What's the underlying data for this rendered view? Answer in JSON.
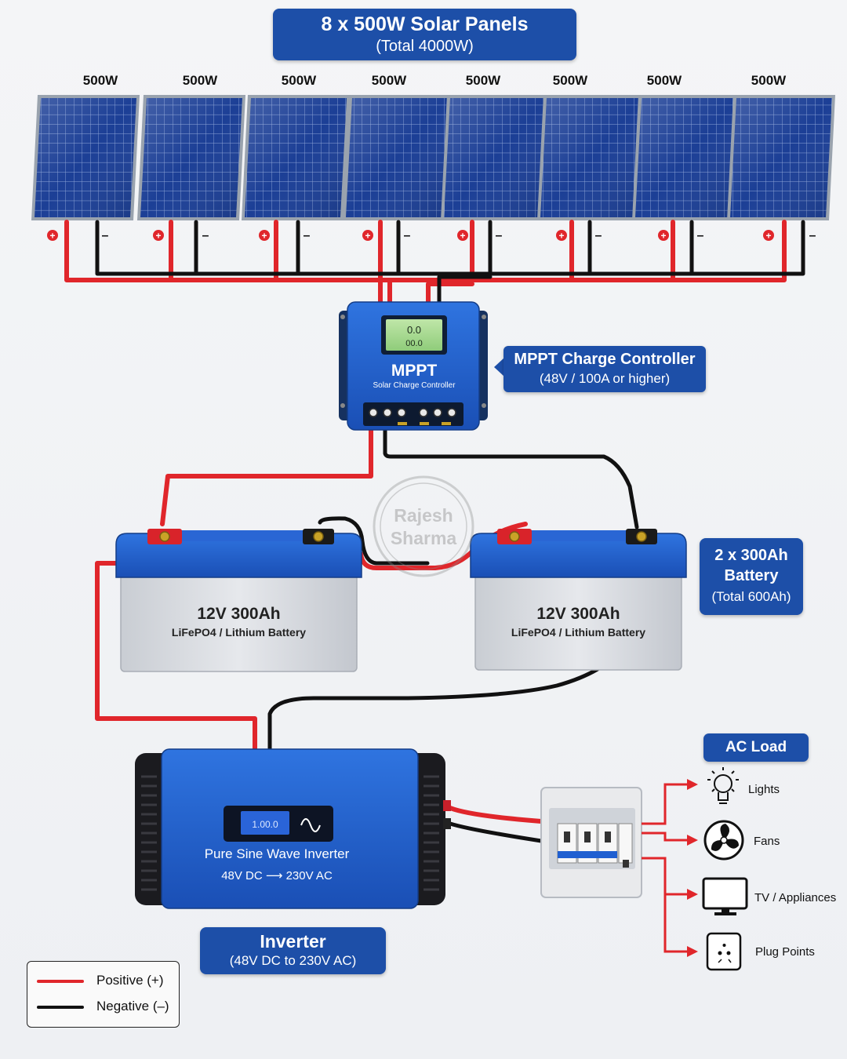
{
  "header": {
    "title": "8 x 500W Solar Panels",
    "subtitle": "(Total 4000W)"
  },
  "panels": [
    {
      "label": "500W"
    },
    {
      "label": "500W"
    },
    {
      "label": "500W"
    },
    {
      "label": "500W"
    },
    {
      "label": "500W"
    },
    {
      "label": "500W"
    },
    {
      "label": "500W"
    },
    {
      "label": "500W"
    }
  ],
  "terminals": {
    "positive": "+",
    "negative": "–"
  },
  "controller": {
    "device_name": "MPPT",
    "device_subtitle": "Solar Charge Controller",
    "display_line1": "0.0",
    "display_line2": "00.0",
    "label_title": "MPPT Charge Controller",
    "label_subtitle": "(48V / 100A or higher)"
  },
  "batteries": [
    {
      "rating": "12V 300Ah",
      "type": "LiFePO4 / Lithium Battery"
    },
    {
      "rating": "12V 300Ah",
      "type": "LiFePO4 / Lithium Battery"
    }
  ],
  "battery_bank": {
    "line1": "2 x 300Ah",
    "line2": "Battery",
    "total": "(Total 600Ah)"
  },
  "watermark": {
    "line1": "Rajesh",
    "line2": "Sharma"
  },
  "inverter": {
    "device_name": "Pure Sine Wave Inverter",
    "conversion": "48V DC ⟶ 230V AC",
    "display": "1.00.0",
    "label_title": "Inverter",
    "label_subtitle": "(48V DC to 230V AC)"
  },
  "ac_load": {
    "title": "AC Load",
    "items": [
      {
        "label": "Lights",
        "icon": "light-bulb-icon"
      },
      {
        "label": "Fans",
        "icon": "fan-icon"
      },
      {
        "label": "TV / Appliances",
        "icon": "tv-icon"
      },
      {
        "label": "Plug Points",
        "icon": "plug-socket-icon"
      }
    ]
  },
  "legend": {
    "positive": {
      "label": "Positive (+)",
      "color": "#e0262b"
    },
    "negative": {
      "label": "Negative (–)",
      "color": "#111111"
    }
  },
  "colors": {
    "label_blue": "#1d4fa8",
    "device_blue": "#1f5fd1",
    "wire_red": "#e0262b",
    "wire_black": "#111111"
  }
}
